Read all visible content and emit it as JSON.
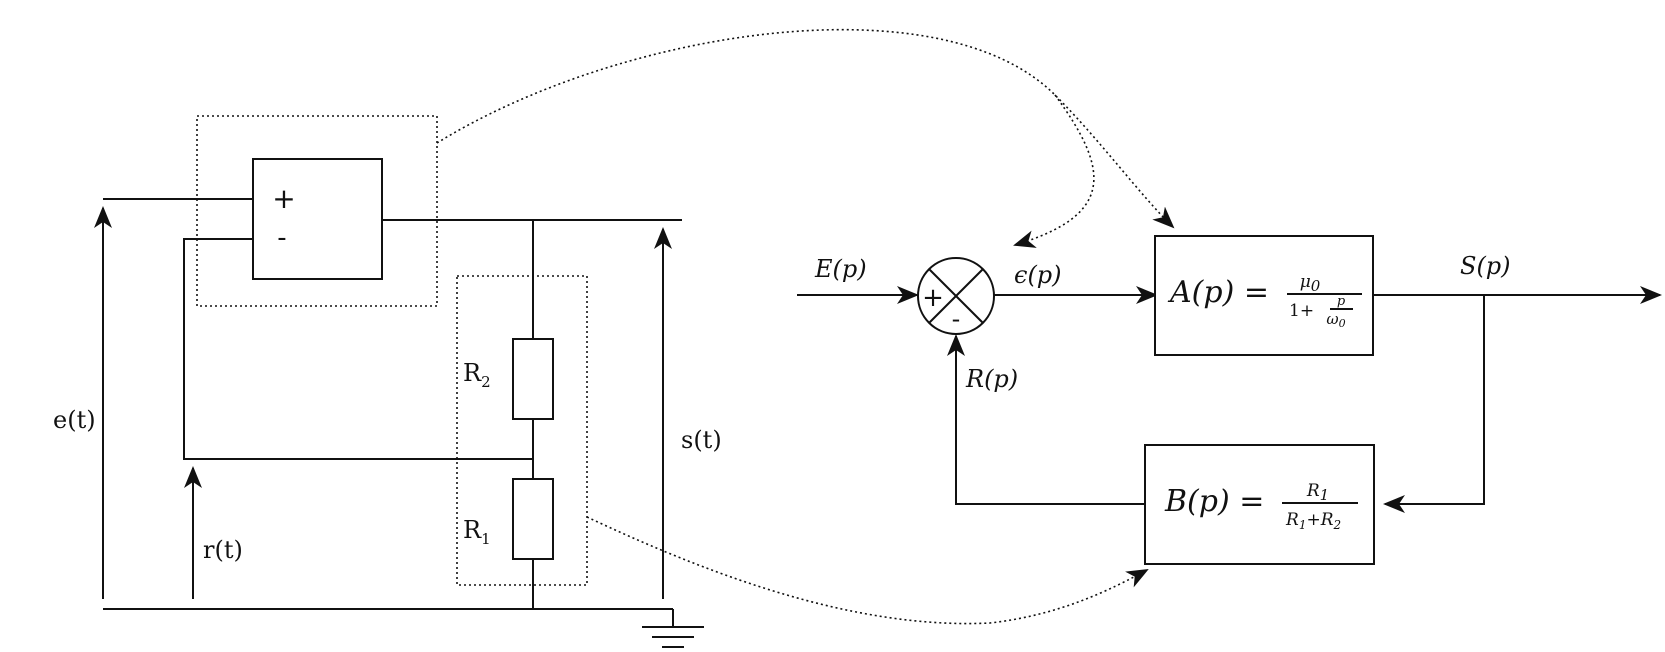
{
  "circuit": {
    "opamp_plus": "+",
    "opamp_minus": "-",
    "r2": {
      "letter": "R",
      "sub": "2"
    },
    "r1": {
      "letter": "R",
      "sub": "1"
    },
    "e_label": "e(t)",
    "r_label": "r(t)",
    "s_label": "s(t)"
  },
  "block": {
    "input": "E(p)",
    "error": "ϵ(p)",
    "output": "S(p)",
    "feedback": "R(p)",
    "sum_plus": "+",
    "sum_minus": "-",
    "a_block": {
      "lhs": "A(p) =",
      "num": "μ",
      "num_sub": "0",
      "den_pre": "1+",
      "den_num": "p",
      "den_den": "ω",
      "den_den_sub": "0"
    },
    "b_block": {
      "lhs": "B(p) =",
      "num": "R",
      "num_sub": "1",
      "den_r1": "R",
      "den_r1_sub": "1",
      "den_plus": "+",
      "den_r2": "R",
      "den_r2_sub": "2"
    }
  }
}
